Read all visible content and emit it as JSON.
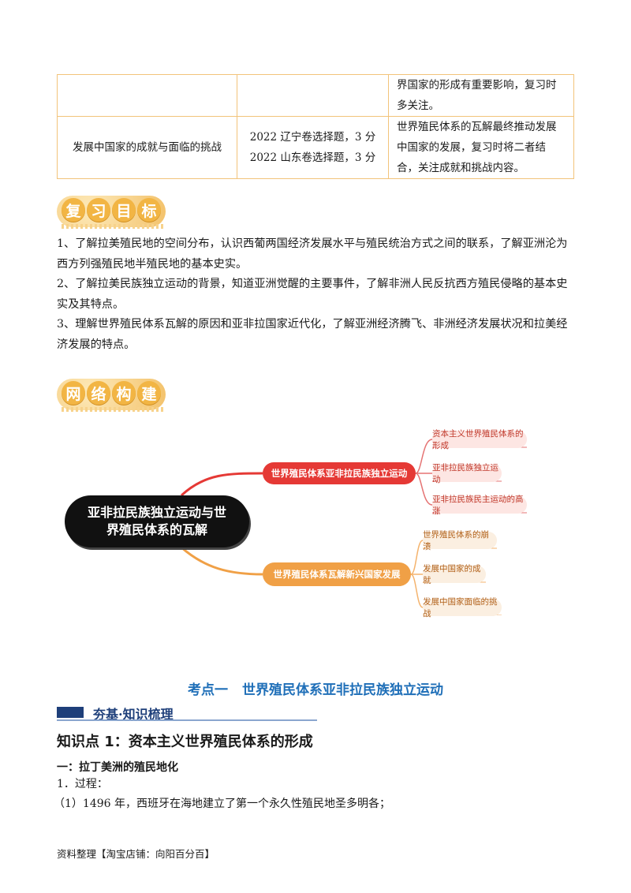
{
  "table": {
    "row1": {
      "col1": "",
      "col2": "",
      "col3_lines": [
        "界国家的形成有重要影响，复习时",
        "多关注。"
      ]
    },
    "row2": {
      "col1": "发展中国家的成就与面临的挑战",
      "col2_lines": [
        "2022 辽宁卷选择题，3 分",
        "2022 山东卷选择题，3 分"
      ],
      "col3_lines": [
        "世界殖民体系的瓦解最终推动发展",
        "中国家的发展，复习时将二者结",
        "合，关注成就和挑战内容。"
      ]
    }
  },
  "section1": {
    "chars": [
      "复",
      "习",
      "目",
      "标"
    ]
  },
  "goals": [
    "1、了解拉美殖民地的空间分布，认识西葡两国经济发展水平与殖民统治方式之间的联系，了解亚洲沦为",
    "西方列强殖民地半殖民地的基本史实。",
    "2、了解拉美民族独立运动的背景，知道亚洲觉醒的主要事件，了解非洲人民反抗西方殖民侵略的基本史",
    "实及其特点。",
    "3、理解世界殖民体系瓦解的原因和亚非拉国家近代化，了解亚洲经济腾飞、非洲经济发展状况和拉美经",
    "济发展的特点。"
  ],
  "section2": {
    "chars": [
      "网",
      "络",
      "构",
      "建"
    ]
  },
  "mindmap": {
    "center": [
      "亚非拉民族独立运动与世",
      "界殖民体系的瓦解"
    ],
    "branch1": {
      "label": "世界殖民体系亚非拉民族独立运动",
      "leaves": [
        "资本主义世界殖民体系的形成",
        "亚非拉民族独立运动",
        "亚非拉民族民主运动的高涨"
      ]
    },
    "branch2": {
      "label": "世界殖民体系瓦解新兴国家发展",
      "leaves": [
        "世界殖民体系的崩溃",
        "发展中国家的成就",
        "发展中国家面临的挑战"
      ]
    },
    "colors": {
      "branch1": "#e53935",
      "branch2": "#f0a046",
      "center": "#111111"
    }
  },
  "kaodian": {
    "label": "考点一",
    "title": "世界殖民体系亚非拉民族独立运动"
  },
  "bar_label": "夯基·知识梳理",
  "knowledge_title": "知识点 1：资本主义世界殖民体系的形成",
  "sub_heading": "一：拉丁美洲的殖民地化",
  "para1": "1．过程：",
  "para2": "（1）1496 年，西班牙在海地建立了第一个永久性殖民地圣多明各；",
  "footer": "资料整理【淘宝店铺：向阳百分百】"
}
